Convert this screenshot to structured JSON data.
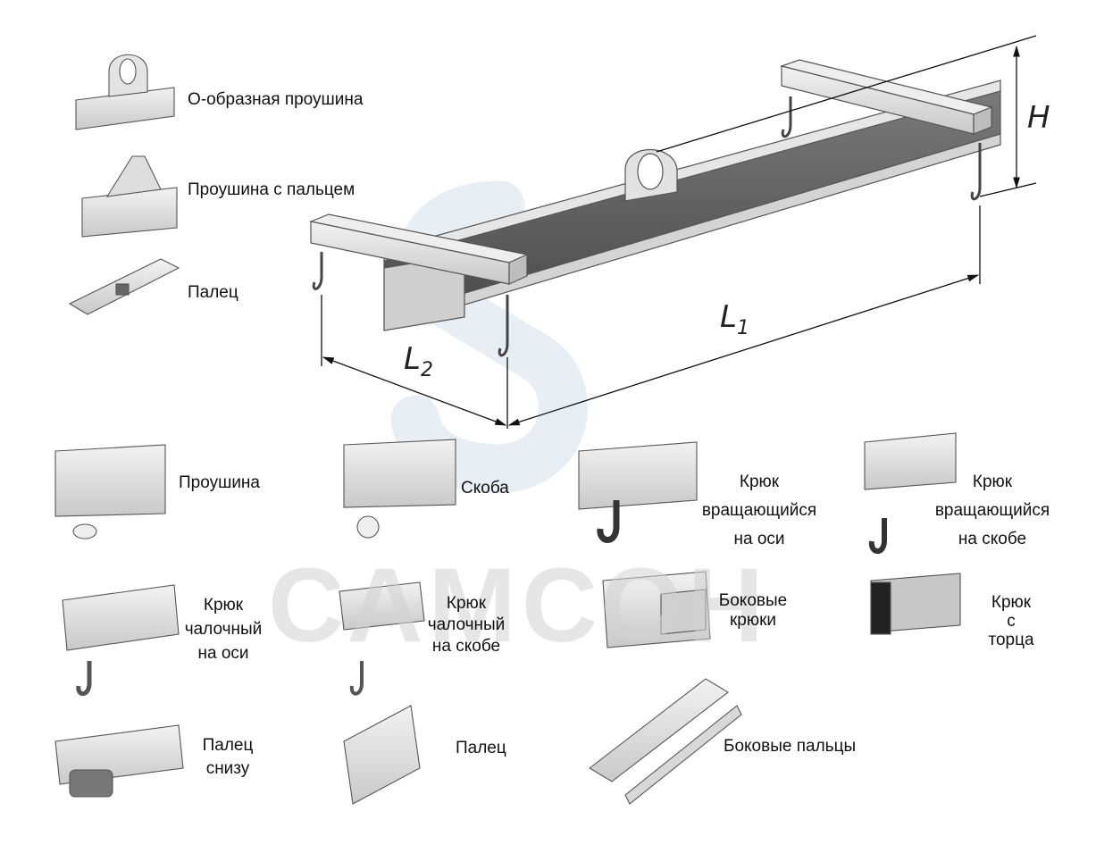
{
  "watermark": "САМСОН",
  "dimensions": {
    "h": "H",
    "l1": "L",
    "l1_sub": "1",
    "l2": "L",
    "l2_sub": "2"
  },
  "labels": {
    "o_eye": "О-образная проушина",
    "eye_pin": "Проушина с пальцем",
    "pin_top": "Палец",
    "eye": "Проушина",
    "shackle": "Скоба",
    "hook_swivel_axis_1": "Крюк",
    "hook_swivel_axis_2": "вращающийся",
    "hook_swivel_axis_3": "на оси",
    "hook_swivel_shackle_1": "Крюк",
    "hook_swivel_shackle_2": "вращающийся",
    "hook_swivel_shackle_3": "на скобе",
    "hook_block_axis_1": "Крюк",
    "hook_block_axis_2": "чалочный",
    "hook_block_axis_3": "на оси",
    "hook_block_shackle_1": "Крюк",
    "hook_block_shackle_2": "чалочный",
    "hook_block_shackle_3": "на скобе",
    "side_hooks_1": "Боковые",
    "side_hooks_2": "крюки",
    "end_hook_1": "Крюк",
    "end_hook_2": "с",
    "end_hook_3": "торца",
    "pin_bottom_1": "Палец",
    "pin_bottom_2": "снизу",
    "pin_mid": "Палец",
    "side_pins": "Боковые пальцы"
  }
}
